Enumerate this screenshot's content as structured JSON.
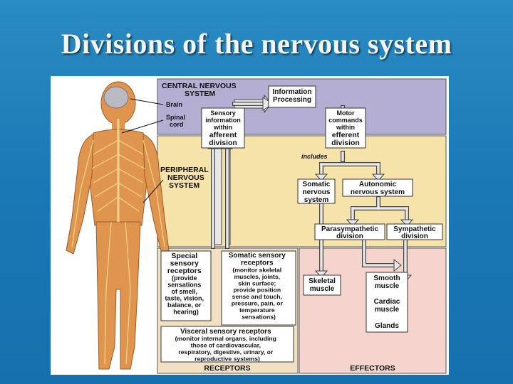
{
  "slide": {
    "title": "Divisions of the nervous system"
  },
  "diagram": {
    "cns_label": [
      "CENTRAL NERVOUS",
      "SYSTEM"
    ],
    "brain_label": "Brain",
    "spinal_cord_label": [
      "Spinal",
      "cord"
    ],
    "pns_label": [
      "PERIPHERAL",
      "NERVOUS",
      "SYSTEM"
    ],
    "info_processing": [
      "Information",
      "Processing"
    ],
    "afferent_box": [
      "Sensory",
      "information",
      "within",
      "afferent",
      "division"
    ],
    "efferent_box": [
      "Motor",
      "commands",
      "within",
      "efferent",
      "division"
    ],
    "includes_label": "includes",
    "somatic_ns": [
      "Somatic",
      "nervous",
      "system"
    ],
    "autonomic_ns": [
      "Autonomic",
      "nervous system"
    ],
    "parasympathetic": [
      "Parasympathetic",
      "division"
    ],
    "sympathetic": [
      "Sympathetic",
      "division"
    ],
    "special_receptors": [
      "Special",
      "sensory",
      "receptors",
      "(provide",
      "sensations",
      "of smell,",
      "taste, vision,",
      "balance, or",
      "hearing)"
    ],
    "somatic_receptors": [
      "Somatic sensory",
      "receptors",
      "(monitor skeletal",
      "muscles, joints,",
      "skin surface;",
      "provide position",
      "sense and touch,",
      "pressure, pain, or",
      "temperature",
      "sensations)"
    ],
    "visceral_receptors": [
      "Visceral sensory receptors",
      "(monitor internal organs, including",
      "those of cardiovascular,",
      "respiratory, digestive, urinary, or",
      "reproductive systems)"
    ],
    "skeletal_muscle": [
      "Skeletal",
      "muscle"
    ],
    "smooth_muscle": [
      "Smooth",
      "muscle"
    ],
    "cardiac_muscle": [
      "Cardiac",
      "muscle"
    ],
    "glands": "Glands",
    "receptors_label": "RECEPTORS",
    "effectors_label": "EFFECTORS"
  },
  "colors": {
    "cns_band": "#b4aed2",
    "pns_band": "#f6e3aa",
    "receptors_band": "#f1e1c2",
    "effectors_band": "#f4d4cc",
    "box_fill": "#ffffff",
    "arrow_fill": "#e8e8e8",
    "body_skin": "#e0954f",
    "nerve_color": "#f2d58c",
    "slide_background": "#1a78b4"
  }
}
